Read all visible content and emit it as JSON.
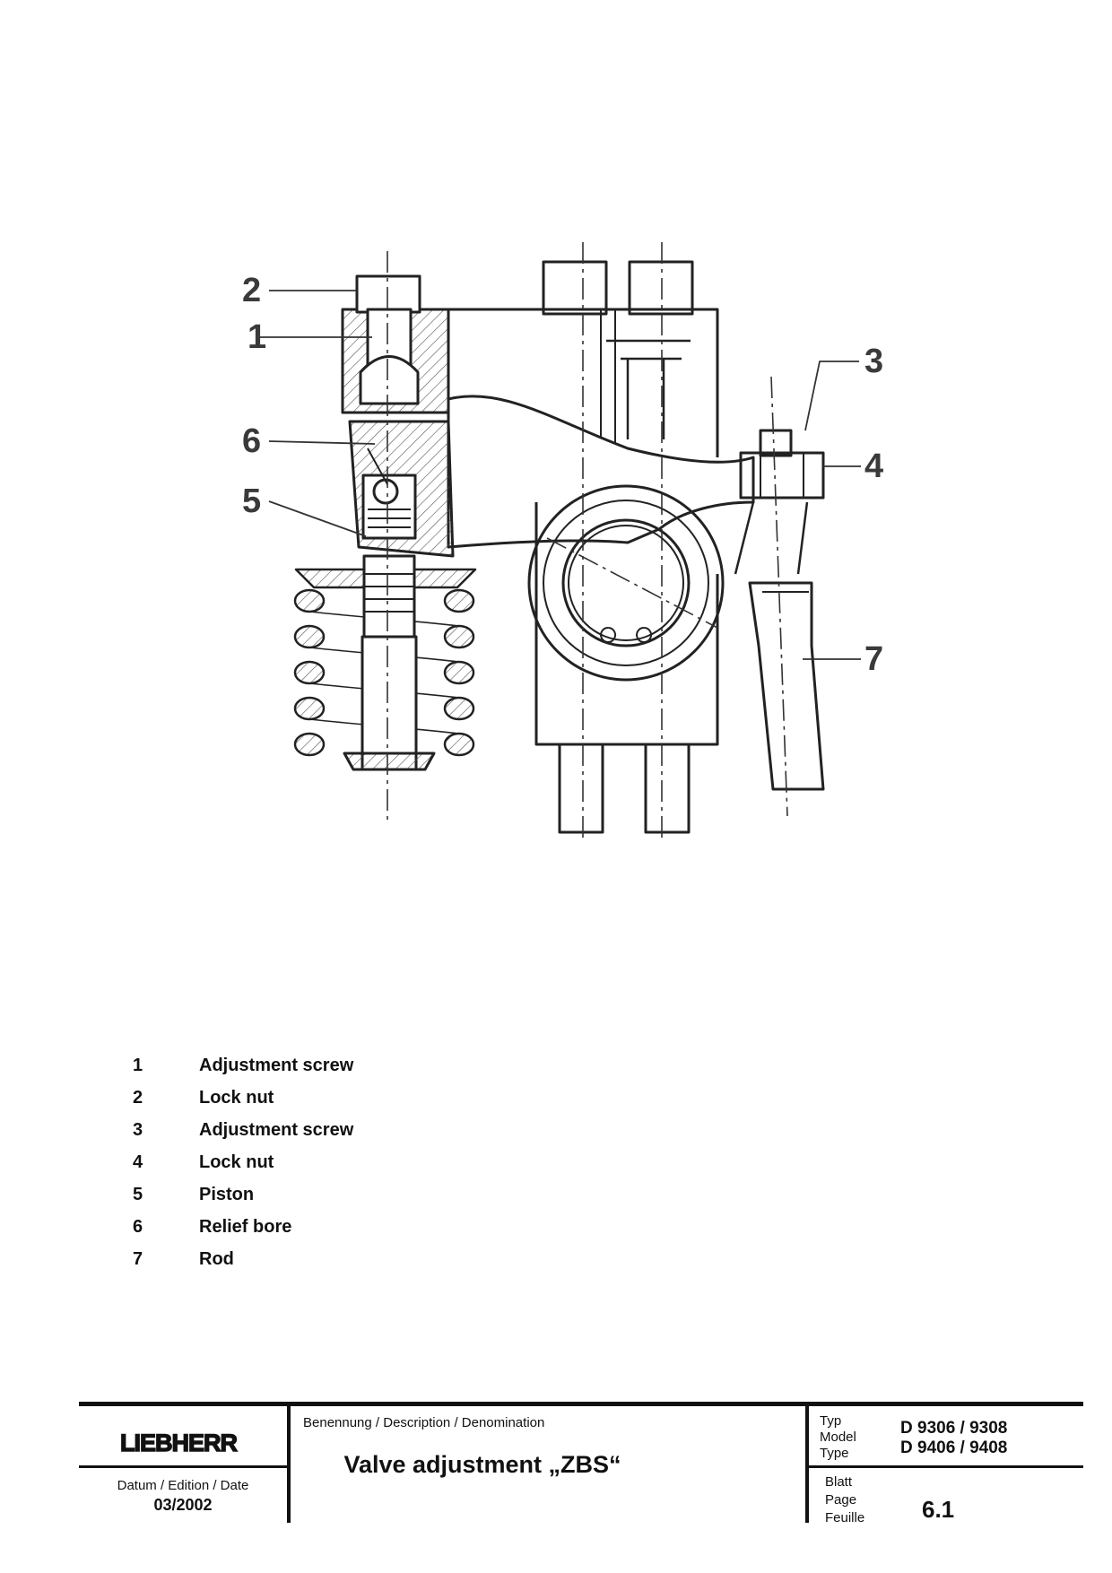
{
  "drawing": {
    "callouts": [
      "2",
      "1",
      "6",
      "5",
      "3",
      "4",
      "7"
    ]
  },
  "legend": [
    {
      "num": "1",
      "label": "Adjustment screw"
    },
    {
      "num": "2",
      "label": "Lock nut"
    },
    {
      "num": "3",
      "label": "Adjustment screw"
    },
    {
      "num": "4",
      "label": "Lock nut"
    },
    {
      "num": "5",
      "label": "Piston"
    },
    {
      "num": "6",
      "label": "Relief bore"
    },
    {
      "num": "7",
      "label": "Rod"
    }
  ],
  "footer": {
    "logo_text": "LIEBHERR",
    "date_label": "Datum / Edition / Date",
    "date_value": "03/2002",
    "description_label": "Benennung / Description / Denomination",
    "title": "Valve  adjustment „ZBS“",
    "type_label_1": "Typ",
    "type_label_2": "Model",
    "type_label_3": "Type",
    "model_1": "D 9306 / 9308",
    "model_2": "D 9406 / 9408",
    "page_label_1": "Blatt",
    "page_label_2": "Page",
    "page_label_3": "Feuille",
    "page_value": "6.1"
  }
}
